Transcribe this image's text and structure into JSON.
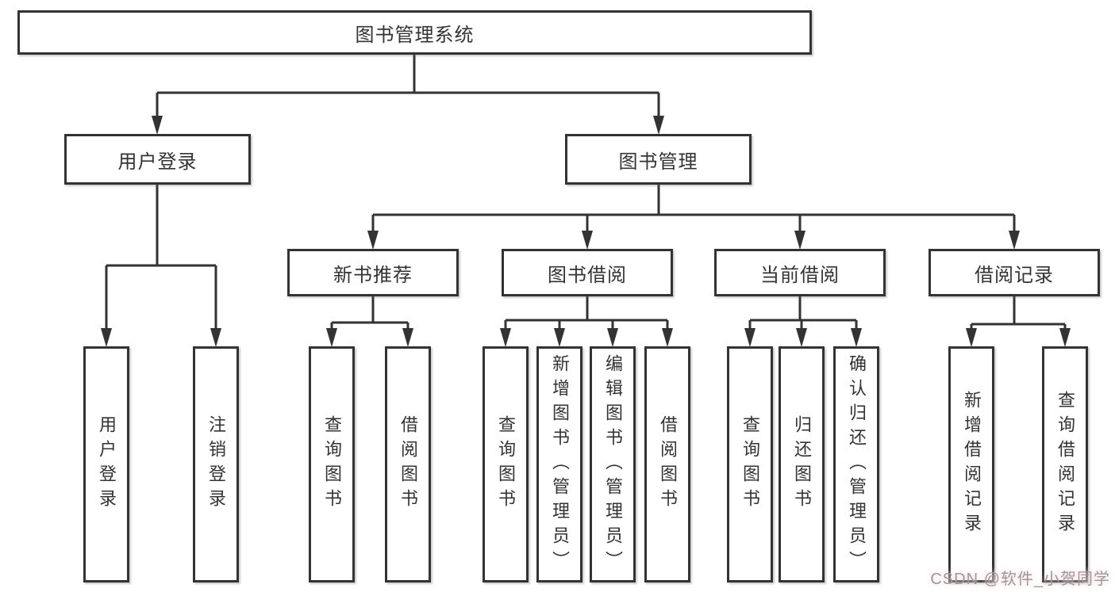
{
  "diagram": {
    "root": {
      "label": "图书管理系统"
    },
    "login": {
      "label": "用户登录",
      "children": [
        {
          "label": "用户登录"
        },
        {
          "label": "注销登录"
        }
      ]
    },
    "manage": {
      "label": "图书管理",
      "children": [
        {
          "label": "新书推荐",
          "children": [
            {
              "label": "查询图书"
            },
            {
              "label": "借阅图书"
            }
          ]
        },
        {
          "label": "图书借阅",
          "children": [
            {
              "label": "查询图书"
            },
            {
              "label": "新增图书（管理员）"
            },
            {
              "label": "编辑图书（管理员）"
            },
            {
              "label": "借阅图书"
            }
          ]
        },
        {
          "label": "当前借阅",
          "children": [
            {
              "label": "查询图书"
            },
            {
              "label": "归还图书"
            },
            {
              "label": "确认归还（管理员）"
            }
          ]
        },
        {
          "label": "借阅记录",
          "children": [
            {
              "label": "新增借阅记录"
            },
            {
              "label": "查询借阅记录"
            }
          ]
        }
      ]
    }
  },
  "watermark": {
    "text": "CSDN @软件_小贺同学"
  },
  "colors": {
    "line": "#333333",
    "box_border": "#333333",
    "box_fill": "#ffffff",
    "text": "#333333",
    "background": "#ffffff",
    "watermark_text": "#9a9a9a",
    "watermark_glow": "#ffd6dc"
  }
}
